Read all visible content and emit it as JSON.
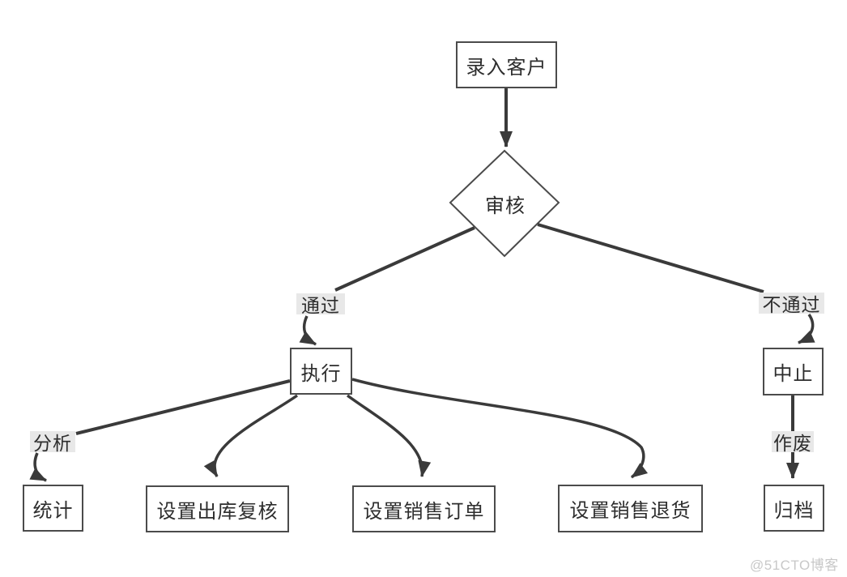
{
  "diagram": {
    "title": "customer-entry-review-flowchart",
    "nodes": {
      "start": {
        "label": "录入客户",
        "shape": "rect"
      },
      "review": {
        "label": "审核",
        "shape": "diamond"
      },
      "execute": {
        "label": "执行",
        "shape": "rect"
      },
      "abort": {
        "label": "中止",
        "shape": "rect"
      },
      "stats": {
        "label": "统计",
        "shape": "rect"
      },
      "outbound_review": {
        "label": "设置出库复核",
        "shape": "rect"
      },
      "sales_order": {
        "label": "设置销售订单",
        "shape": "rect"
      },
      "sales_return": {
        "label": "设置销售退货",
        "shape": "rect"
      },
      "archive": {
        "label": "归档",
        "shape": "rect"
      }
    },
    "edge_labels": {
      "pass": "通过",
      "fail": "不通过",
      "analyze": "分析",
      "void": "作废"
    },
    "edges": [
      {
        "from": "start",
        "to": "review",
        "label": ""
      },
      {
        "from": "review",
        "to": "execute",
        "label": "通过"
      },
      {
        "from": "review",
        "to": "abort",
        "label": "不通过"
      },
      {
        "from": "execute",
        "to": "stats",
        "label": "分析"
      },
      {
        "from": "execute",
        "to": "outbound_review",
        "label": ""
      },
      {
        "from": "execute",
        "to": "sales_order",
        "label": ""
      },
      {
        "from": "execute",
        "to": "sales_return",
        "label": ""
      },
      {
        "from": "abort",
        "to": "archive",
        "label": "作废"
      }
    ],
    "colors": {
      "line": "#3a3a3a",
      "node_border": "#4b4b4b",
      "node_fill": "#ffffff",
      "text": "#2d2d2d",
      "edge_label_bg": "#e8e8e8",
      "watermark": "#c8c8c8",
      "background": "#ffffff"
    }
  },
  "watermark": {
    "text": "@51CTO博客"
  }
}
